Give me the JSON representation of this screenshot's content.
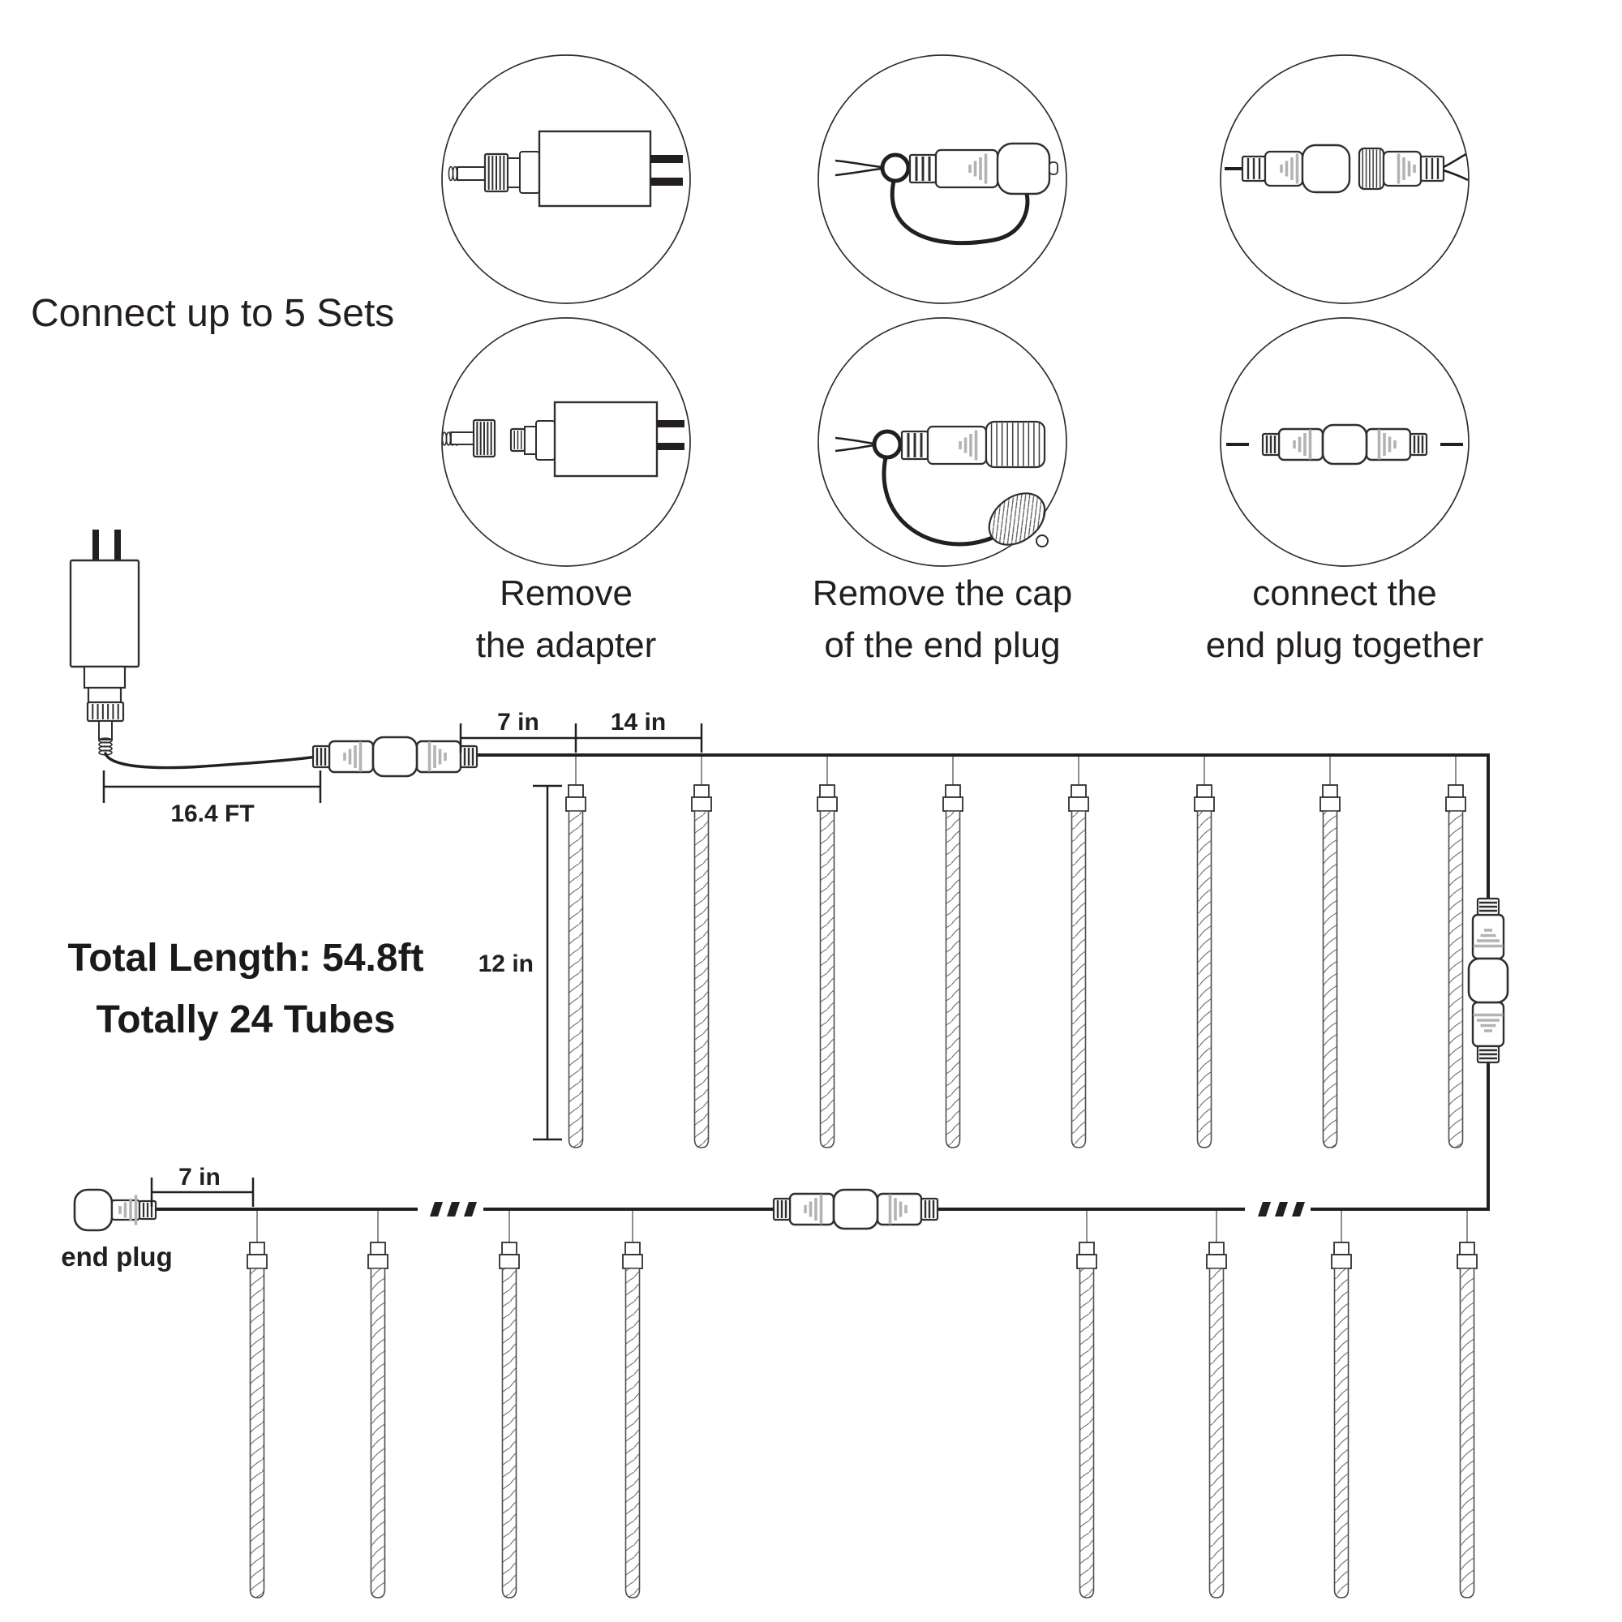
{
  "title": "Connect up to 5 Sets",
  "steps": [
    {
      "name": "remove-adapter",
      "line1": "Remove",
      "line2": "the adapter"
    },
    {
      "name": "remove-cap",
      "line1": "Remove the cap",
      "line2": "of the end plug"
    },
    {
      "name": "connect-plugs",
      "line1": "connect the",
      "line2": "end plug together"
    }
  ],
  "dimensions": {
    "lead_in_top": "7 in",
    "tube_spacing": "14 in",
    "adapter_cord": "16.4 FT",
    "tube_length": "12 in",
    "lead_in_bottom": "7 in"
  },
  "annotations": {
    "end_plug": "end plug",
    "total_line1": "Total Length: 54.8ft",
    "total_line2": "Totally 24 Tubes"
  },
  "colors": {
    "ink": "#231f20",
    "outline": "#2f2f2f",
    "grey_cone": "#b3b3b3",
    "drop_wire": "#8f8f8f",
    "spiral": "#6f6f6f"
  },
  "diagram": {
    "top_row": {
      "tube_count": 8,
      "tube_xs": [
        710,
        865,
        1020,
        1175,
        1330,
        1485,
        1640,
        1795
      ]
    },
    "bottom_row": {
      "tube_count": 8,
      "tube_xs": [
        317,
        466,
        628,
        780,
        1340,
        1500,
        1654,
        1809
      ]
    },
    "dots_xs": [
      554,
      1575
    ]
  }
}
